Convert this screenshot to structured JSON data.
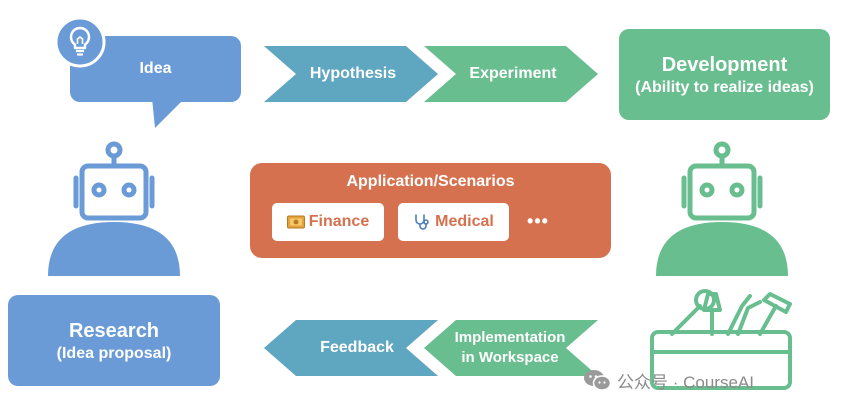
{
  "colors": {
    "blue": "#6a9bd6",
    "teal": "#5fa6c0",
    "green": "#69be8f",
    "orange": "#d6714f",
    "white": "#ffffff"
  },
  "idea": {
    "label": "Idea",
    "icon": "lightbulb-icon"
  },
  "top_flow": {
    "hypothesis": "Hypothesis",
    "experiment": "Experiment"
  },
  "development": {
    "title": "Development",
    "subtitle": "(Ability to realize ideas)"
  },
  "application": {
    "title": "Application/Scenarios",
    "items": [
      {
        "label": "Finance",
        "icon": "money-icon"
      },
      {
        "label": "Medical",
        "icon": "stethoscope-icon"
      }
    ],
    "more": "•••"
  },
  "research": {
    "title": "Research",
    "subtitle": "(Idea proposal)"
  },
  "bottom_flow": {
    "implementation_line1": "Implementation",
    "implementation_line2": "in Workspace",
    "feedback": "Feedback"
  },
  "watermark": {
    "text": "公众号 · CourseAI",
    "icon": "wechat-icon"
  },
  "figures": {
    "left_robot": "robot-icon",
    "right_robot": "robot-icon",
    "toolbox": "toolbox-icon"
  }
}
